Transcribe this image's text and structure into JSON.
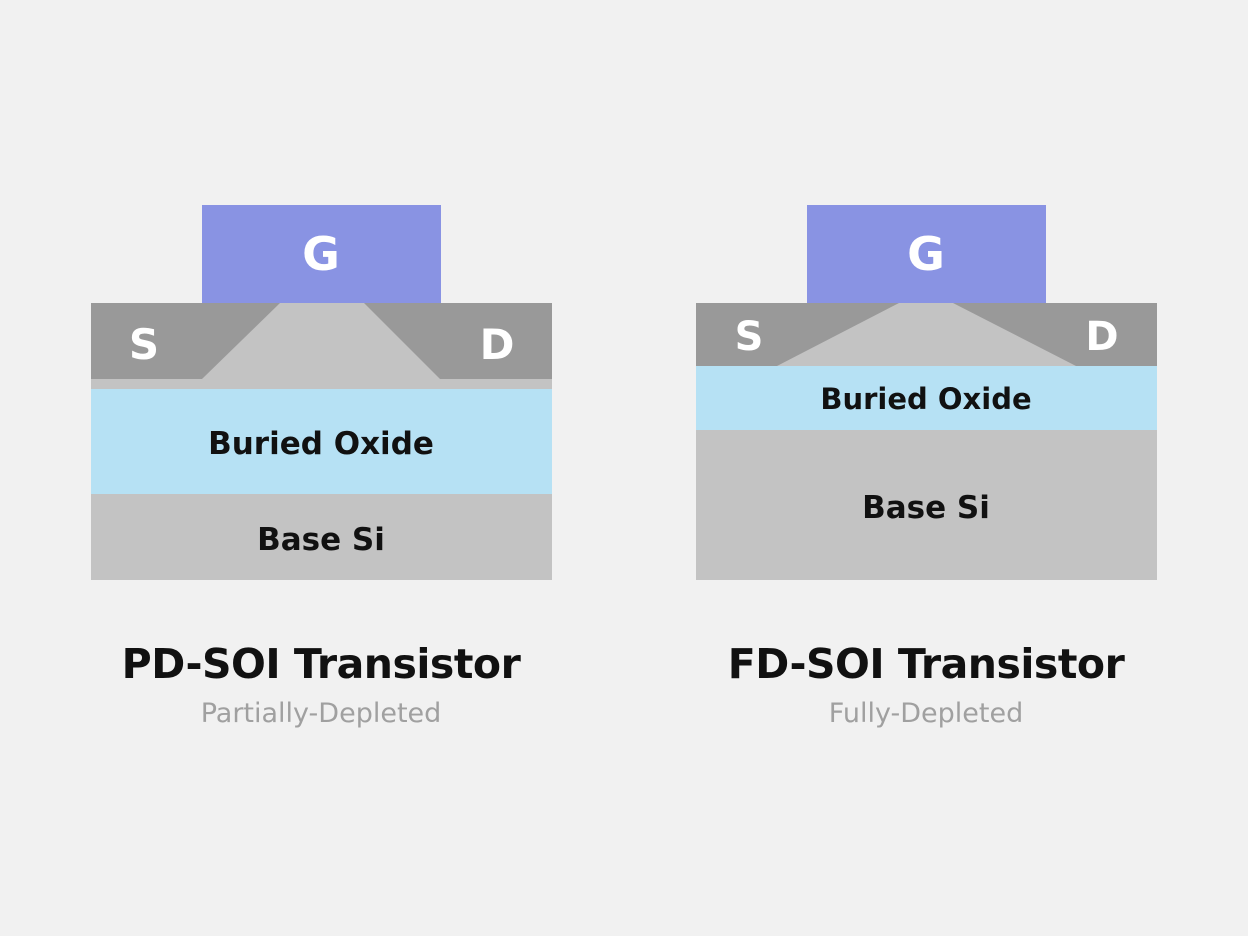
{
  "colors": {
    "background": "#f1f1f1",
    "gate": "#8993e3",
    "source_drain": "#999999",
    "channel_silicon": "#c3c3c3",
    "buried_oxide": "#b6e1f4",
    "base_silicon": "#c3c3c3",
    "dark_text": "#111111",
    "light_text": "#ffffff",
    "subtitle_text": "#a0a0a0"
  },
  "pd_soi": {
    "gate_label": "G",
    "source_label": "S",
    "drain_label": "D",
    "buried_oxide_label": "Buried Oxide",
    "base_si_label": "Base Si",
    "title": "PD-SOI Transistor",
    "subtitle": "Partially-Depleted"
  },
  "fd_soi": {
    "gate_label": "G",
    "source_label": "S",
    "drain_label": "D",
    "buried_oxide_label": "Buried Oxide",
    "base_si_label": "Base Si",
    "title": "FD-SOI Transistor",
    "subtitle": "Fully-Depleted"
  }
}
